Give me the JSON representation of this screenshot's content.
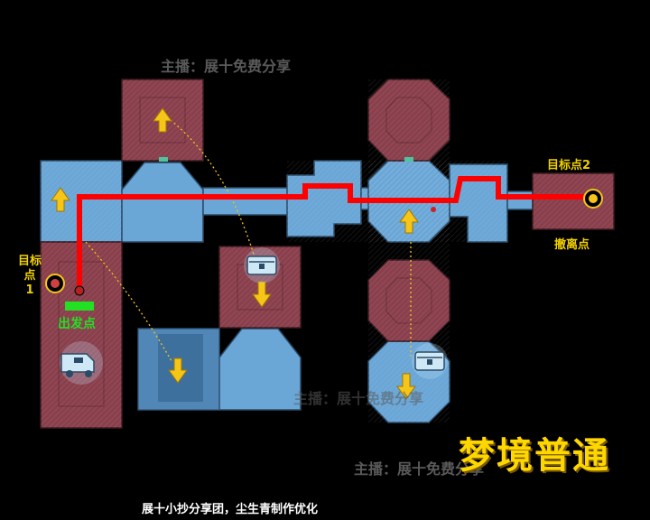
{
  "watermark_top": "主播：展十免费分享",
  "watermark_bottom": "主播：展十免费分享",
  "watermark_mid": "主播：展十免费分享",
  "credit_text": "展十小抄分享团，尘生青制作优化",
  "title_text": "梦境普通",
  "labels": {
    "start": "出发点",
    "target1": "目标点\n1",
    "target2": "目标点2",
    "extract": "撤离点"
  },
  "colors": {
    "path": "#ff0000",
    "arrow": "#f5c518",
    "blue_room": "#6aa6d6",
    "red_room": "#8a3f4c",
    "start_marker": "#22e022",
    "title": "#ffd700"
  },
  "icons": [
    "target-marker-icon",
    "vehicle-icon",
    "chest-icon",
    "arrow-icon"
  ]
}
